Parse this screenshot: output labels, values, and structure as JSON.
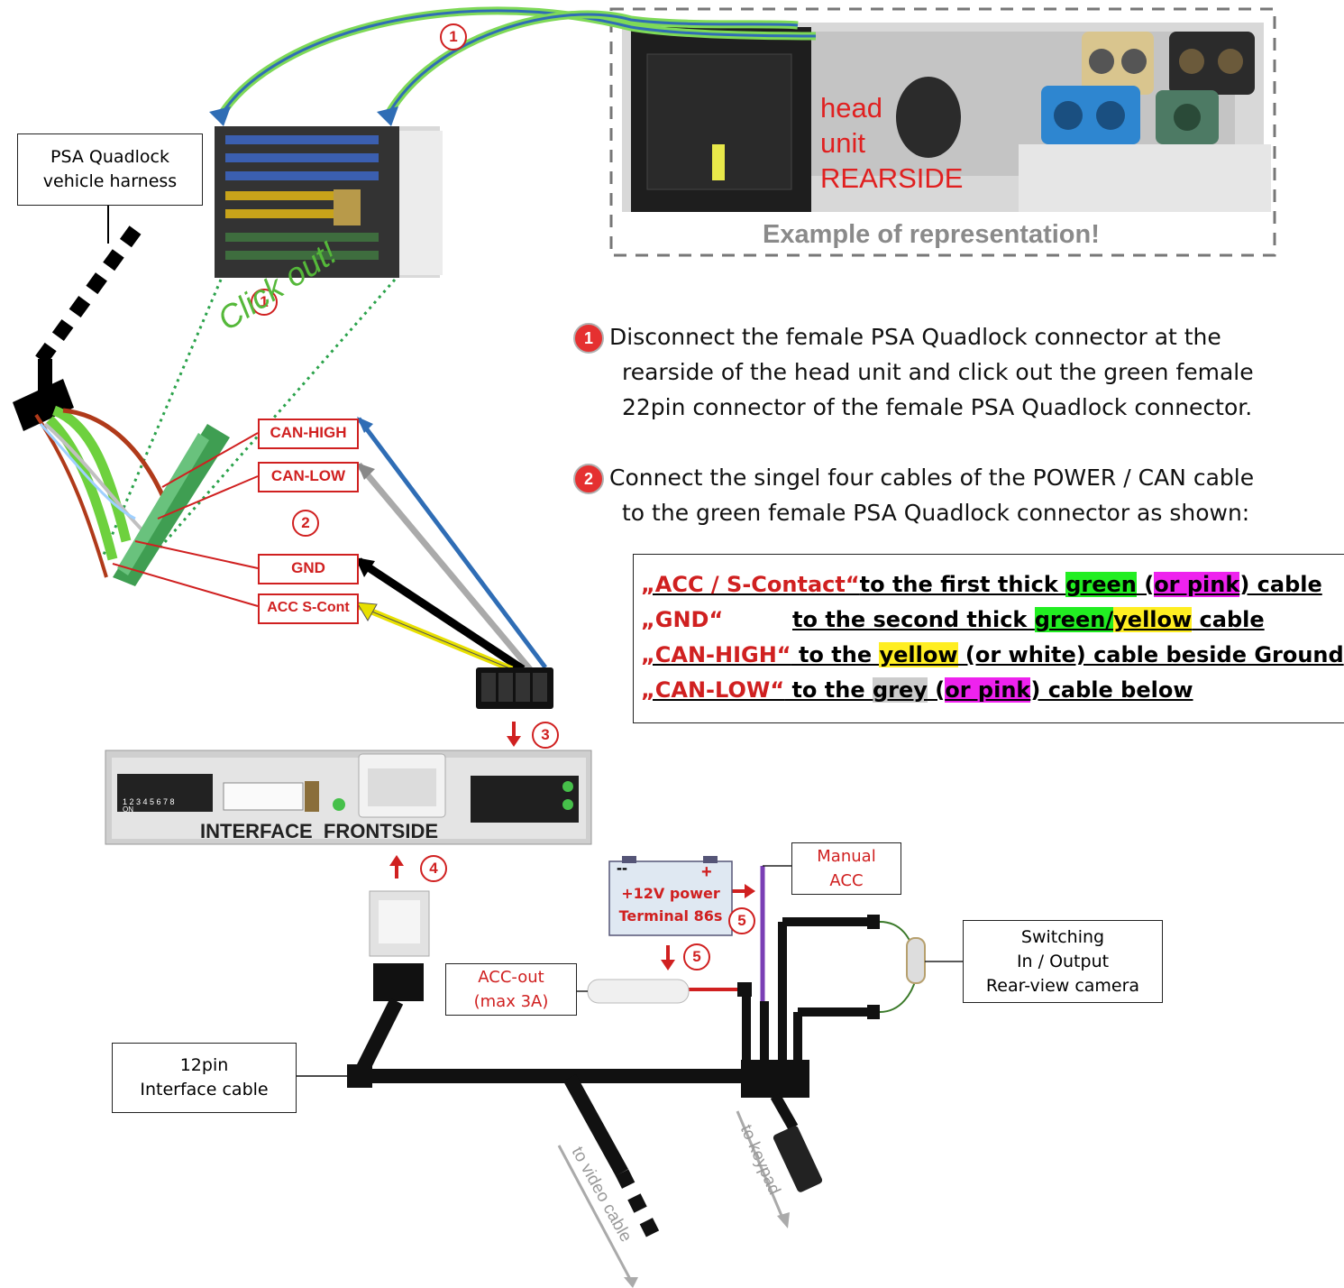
{
  "labels": {
    "quadlock_harness": [
      "PSA Quadlock",
      "vehicle harness"
    ],
    "head_unit": [
      "head",
      "unit",
      "REARSIDE"
    ],
    "example_note": "Example of representation!",
    "click_out": "Click out!",
    "can_high": "CAN-HIGH",
    "can_low": "CAN-LOW",
    "gnd": "GND",
    "acc_s_cont": "ACC S-Cont",
    "interface_frontside": "INTERFACE  FRONTSIDE",
    "dip_numbers": "1 2 3 4 5 6 7 8",
    "dip_on": "ON",
    "power_minus": "--",
    "power_plus": "+",
    "power_line1": "+12V power",
    "power_line2": "Terminal 86s",
    "manual_acc": [
      "Manual",
      "ACC"
    ],
    "acc_out": [
      "ACC-out",
      "(max 3A)"
    ],
    "switching": [
      "Switching",
      "In / Output",
      "Rear-view camera"
    ],
    "interface_cable": [
      "12pin",
      "Interface cable"
    ],
    "to_video": "to video cable",
    "to_keypad": "to keypad"
  },
  "steps": {
    "n1": "1",
    "n2": "2",
    "n3": "3",
    "n4": "4",
    "n5": "5"
  },
  "instructions": {
    "step1": [
      "Disconnect the female PSA Quadlock connector at the",
      "rearside of the head unit and click out the green female",
      "22pin connector of the female PSA Quadlock connector."
    ],
    "step2": [
      "Connect the singel four cables of the POWER / CAN cable",
      "to the green female PSA Quadlock connector as shown:"
    ]
  },
  "legend": {
    "r1": {
      "a": "„ACC / S-Contact“",
      "b": "to the first thick ",
      "c": "green",
      "d": " (",
      "e": "or pink",
      "f": ") cable"
    },
    "r2": {
      "a": "„GND“",
      "b": "to the second thick ",
      "c": "green/",
      "d": "yellow",
      "e": " cable"
    },
    "r3": {
      "a": "„CAN-HIGH“",
      "b": " to the ",
      "c": "yellow",
      "d": " (or white) cable beside Ground"
    },
    "r4": {
      "a": "„CAN-LOW“",
      "b": " to the ",
      "c": "grey",
      "d": " (",
      "e": "or pink",
      "f": ") cable below"
    }
  },
  "colors": {
    "label_red": "#d02020",
    "highlight_green": "#22ee22",
    "highlight_pink": "#ee22ee",
    "highlight_yellow": "#ffee22",
    "highlight_grey": "#cccccc"
  }
}
